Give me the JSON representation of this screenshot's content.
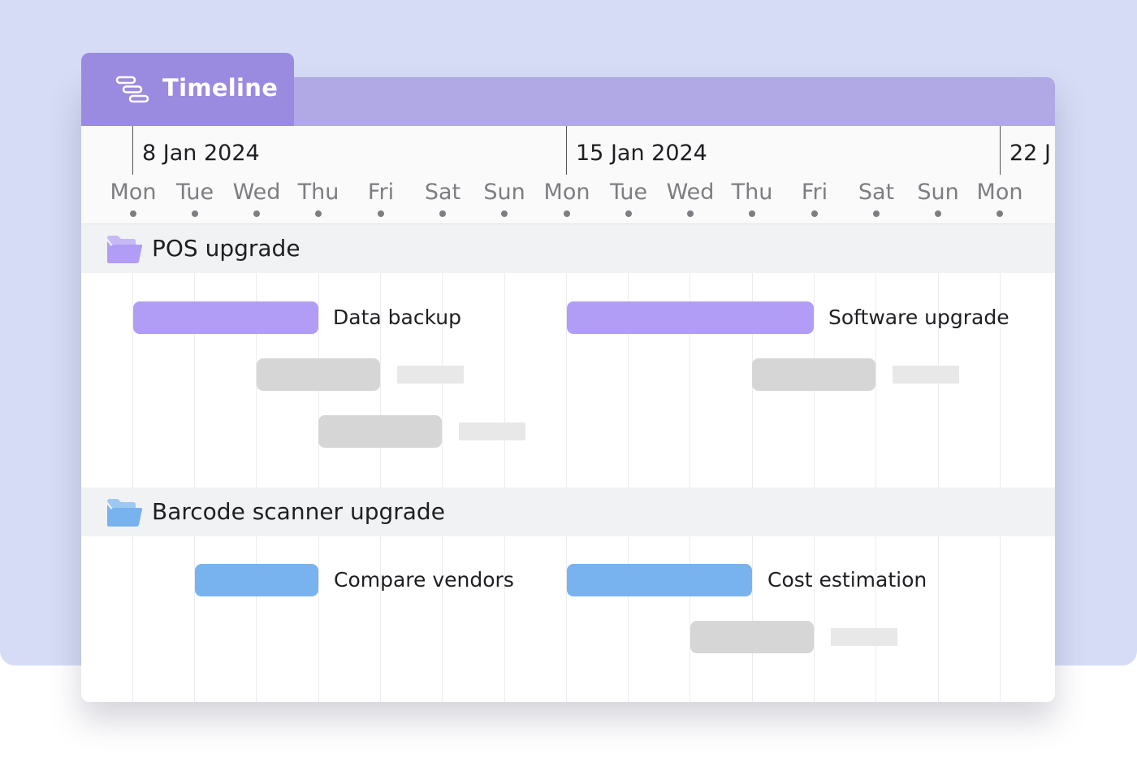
{
  "tab": {
    "label": "Timeline",
    "icon": "timeline-icon"
  },
  "colors": {
    "background": "#d6dcf5",
    "header": "#b1a8e6",
    "tab": "#9a8ae0",
    "purple_bar": "#b19df5",
    "blue_bar": "#78b3ef",
    "placeholder_bar": "#d6d6d6",
    "group_row": "#f1f2f4"
  },
  "weeks": [
    {
      "label": "8 Jan 2024"
    },
    {
      "label": "15 Jan 2024"
    },
    {
      "label": "22 J"
    }
  ],
  "days": [
    "Mon",
    "Tue",
    "Wed",
    "Thu",
    "Fri",
    "Sat",
    "Sun",
    "Mon",
    "Tue",
    "Wed",
    "Thu",
    "Fri",
    "Sat",
    "Sun",
    "Mon"
  ],
  "groups": [
    {
      "name": "POS upgrade",
      "icon": "folder-purple-icon",
      "tasks": [
        {
          "label": "Data backup",
          "color": "#b19df5"
        },
        {
          "label": "Software upgrade",
          "color": "#b19df5"
        }
      ]
    },
    {
      "name": "Barcode scanner upgrade",
      "icon": "folder-blue-icon",
      "tasks": [
        {
          "label": "Compare vendors",
          "color": "#78b3ef"
        },
        {
          "label": "Cost estimation",
          "color": "#78b3ef"
        }
      ]
    }
  ]
}
